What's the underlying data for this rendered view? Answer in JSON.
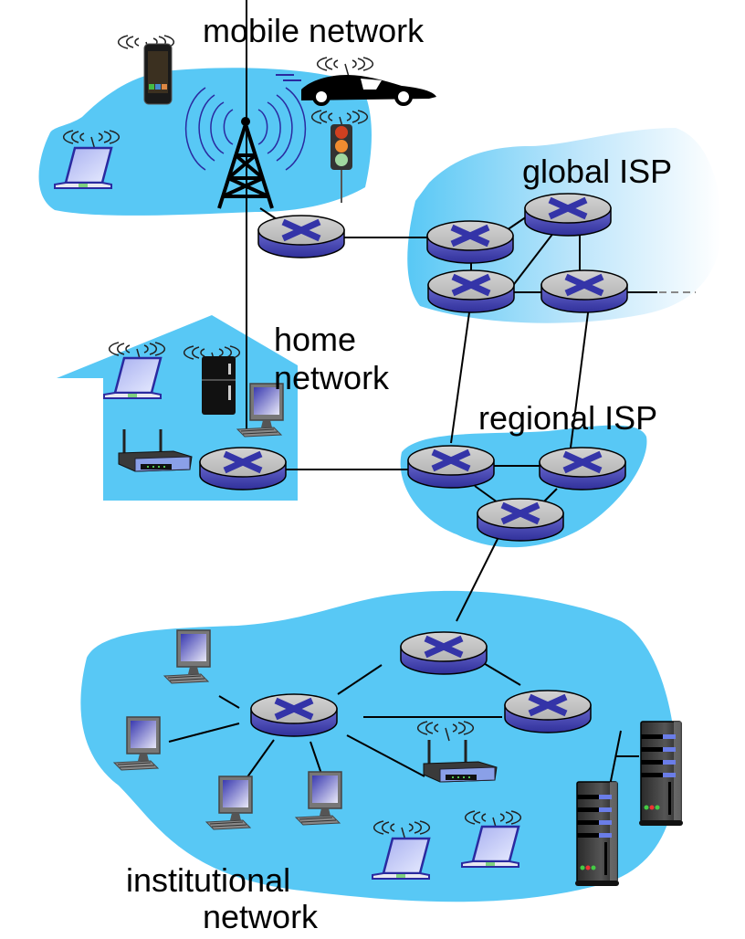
{
  "colors": {
    "region_fill": "#58c8f5",
    "router_top": "#c8c8c8",
    "router_side": "#4a4ab0",
    "router_x": "#2e2e9e",
    "link": "#000000"
  },
  "labels": {
    "mobile": "mobile network",
    "global": "global ISP",
    "home_line1": "home",
    "home_line2": "network",
    "regional": "regional ISP",
    "inst_line1": "institutional",
    "inst_line2": "network"
  },
  "regions": [
    {
      "id": "mobile-network",
      "name": "mobile network"
    },
    {
      "id": "global-isp",
      "name": "global ISP"
    },
    {
      "id": "home-network",
      "name": "home network"
    },
    {
      "id": "regional-isp",
      "name": "regional ISP"
    },
    {
      "id": "institutional-network",
      "name": "institutional network"
    }
  ],
  "devices": {
    "mobile": [
      "smartphone",
      "car",
      "laptop",
      "cell tower",
      "traffic light"
    ],
    "home": [
      "laptop",
      "refrigerator",
      "desktop",
      "wifi access point"
    ],
    "institutional": [
      "desktop",
      "desktop",
      "desktop",
      "desktop",
      "wifi access point",
      "laptop",
      "laptop",
      "server",
      "server"
    ]
  },
  "routers": [
    {
      "id": "r-mobile",
      "region": "mobile network"
    },
    {
      "id": "r-global-1",
      "region": "global ISP"
    },
    {
      "id": "r-global-2",
      "region": "global ISP"
    },
    {
      "id": "r-global-3",
      "region": "global ISP"
    },
    {
      "id": "r-global-4",
      "region": "global ISP"
    },
    {
      "id": "r-home",
      "region": "home network"
    },
    {
      "id": "r-regional-1",
      "region": "regional ISP"
    },
    {
      "id": "r-regional-2",
      "region": "regional ISP"
    },
    {
      "id": "r-regional-3",
      "region": "regional ISP"
    },
    {
      "id": "r-inst-1",
      "region": "institutional network"
    },
    {
      "id": "r-inst-2",
      "region": "institutional network"
    },
    {
      "id": "r-inst-3",
      "region": "institutional network"
    }
  ]
}
